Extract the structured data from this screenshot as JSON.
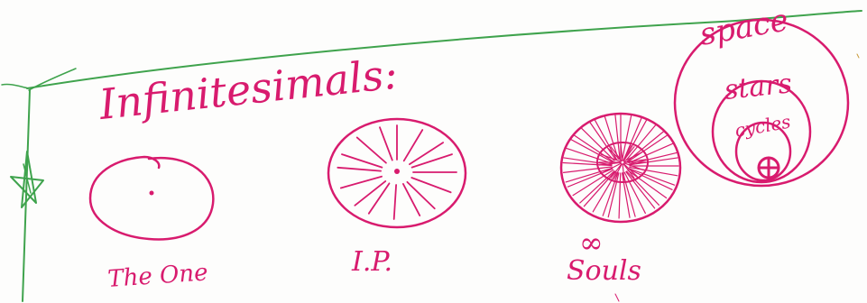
{
  "heading": "Infinitesimals:",
  "figures": [
    {
      "label": "The One"
    },
    {
      "label": "I.P."
    },
    {
      "label": "Souls",
      "mark": "∞"
    }
  ],
  "nested": {
    "outer": "space",
    "middle": "stars",
    "inner": "cycles"
  },
  "colors": {
    "ink": "#d81b6e",
    "pencil": "#3fa34d",
    "paper": "#fdfdfc"
  }
}
